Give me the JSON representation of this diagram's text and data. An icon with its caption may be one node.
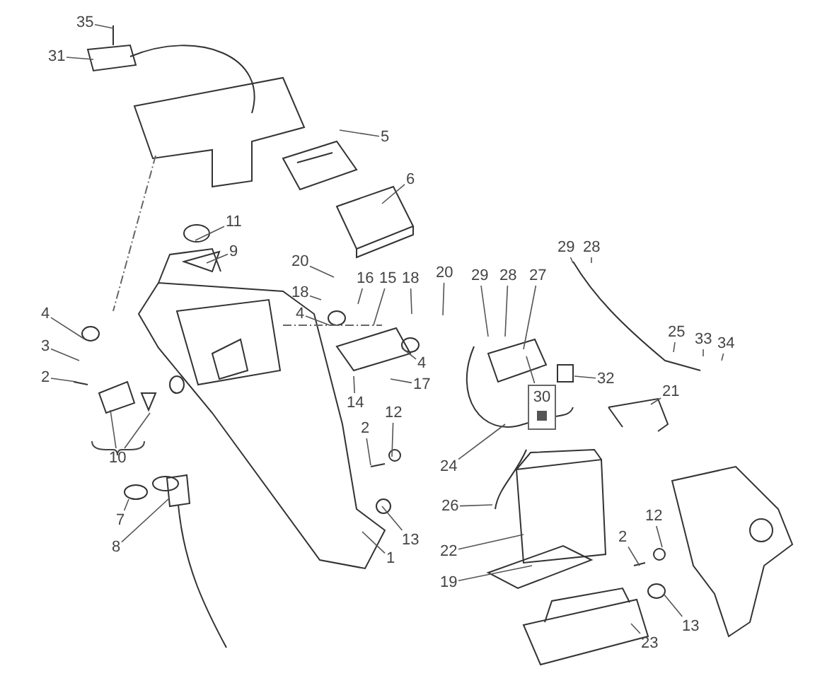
{
  "diagram": {
    "nodes": [
      {
        "text": [
          "35"
        ]
      },
      {
        "text": [
          "31"
        ]
      },
      {
        "text": [
          "5"
        ]
      },
      {
        "text": [
          "6"
        ]
      },
      {
        "text": [
          "11"
        ]
      },
      {
        "text": [
          "9"
        ]
      },
      {
        "text": [
          "20"
        ]
      },
      {
        "text": [
          "16"
        ]
      },
      {
        "text": [
          "15"
        ]
      },
      {
        "text": [
          "18"
        ]
      },
      {
        "text": [
          "20"
        ]
      },
      {
        "text": [
          "18"
        ]
      },
      {
        "text": [
          "4"
        ]
      },
      {
        "text": [
          "4"
        ]
      },
      {
        "text": [
          "3"
        ]
      },
      {
        "text": [
          "2"
        ]
      },
      {
        "text": [
          "4"
        ]
      },
      {
        "text": [
          "14"
        ]
      },
      {
        "text": [
          "17"
        ]
      },
      {
        "text": [
          "10"
        ]
      },
      {
        "text": [
          "7"
        ]
      },
      {
        "text": [
          "8"
        ]
      },
      {
        "text": [
          "2"
        ]
      },
      {
        "text": [
          "12"
        ]
      },
      {
        "text": [
          "13"
        ]
      },
      {
        "text": [
          "1"
        ]
      },
      {
        "text": [
          "29"
        ]
      },
      {
        "text": [
          "28"
        ]
      },
      {
        "text": [
          "27"
        ]
      },
      {
        "text": [
          "29"
        ]
      },
      {
        "text": [
          "28"
        ]
      },
      {
        "text": [
          "25"
        ]
      },
      {
        "text": [
          "33"
        ]
      },
      {
        "text": [
          "34"
        ]
      },
      {
        "text": [
          "30"
        ]
      },
      {
        "text": [
          "32"
        ]
      },
      {
        "text": [
          "21"
        ]
      },
      {
        "text": [
          "24"
        ]
      },
      {
        "text": [
          "26"
        ]
      },
      {
        "text": [
          "22"
        ]
      },
      {
        "text": [
          "19"
        ]
      },
      {
        "text": [
          "2"
        ]
      },
      {
        "text": [
          "12"
        ]
      },
      {
        "text": [
          "13"
        ]
      },
      {
        "text": [
          "23"
        ]
      }
    ],
    "edges": [
      {
        "from": 0,
        "to": null,
        "arrow": "none"
      },
      {
        "from": 1,
        "to": null,
        "arrow": "none"
      },
      {
        "from": 2,
        "to": null,
        "arrow": "none"
      },
      {
        "from": 3,
        "to": null,
        "arrow": "none"
      },
      {
        "from": 4,
        "to": null,
        "arrow": "none"
      },
      {
        "from": 5,
        "to": null,
        "arrow": "none"
      },
      {
        "from": 6,
        "to": null,
        "arrow": "none"
      },
      {
        "from": 7,
        "to": null,
        "arrow": "none"
      },
      {
        "from": 8,
        "to": null,
        "arrow": "none"
      },
      {
        "from": 9,
        "to": null,
        "arrow": "none"
      },
      {
        "from": 10,
        "to": null,
        "arrow": "none"
      },
      {
        "from": 11,
        "to": null,
        "arrow": "none"
      },
      {
        "from": 12,
        "to": null,
        "arrow": "none"
      },
      {
        "from": 13,
        "to": null,
        "arrow": "none"
      },
      {
        "from": 14,
        "to": null,
        "arrow": "none"
      },
      {
        "from": 15,
        "to": null,
        "arrow": "none"
      },
      {
        "from": 16,
        "to": null,
        "arrow": "none"
      },
      {
        "from": 17,
        "to": null,
        "arrow": "none"
      },
      {
        "from": 18,
        "to": null,
        "arrow": "none"
      },
      {
        "from": 19,
        "to": null,
        "arrow": "none"
      },
      {
        "from": 19,
        "to": null,
        "arrow": "none"
      },
      {
        "from": 20,
        "to": null,
        "arrow": "none"
      },
      {
        "from": 21,
        "to": null,
        "arrow": "none"
      },
      {
        "from": 22,
        "to": null,
        "arrow": "none"
      },
      {
        "from": 23,
        "to": null,
        "arrow": "none"
      },
      {
        "from": 24,
        "to": null,
        "arrow": "none"
      },
      {
        "from": 25,
        "to": null,
        "arrow": "none"
      },
      {
        "from": 26,
        "to": null,
        "arrow": "none"
      },
      {
        "from": 27,
        "to": null,
        "arrow": "none"
      },
      {
        "from": 28,
        "to": null,
        "arrow": "none"
      },
      {
        "from": 29,
        "to": null,
        "arrow": "none"
      },
      {
        "from": 30,
        "to": null,
        "arrow": "none"
      },
      {
        "from": 31,
        "to": null,
        "arrow": "none"
      },
      {
        "from": 32,
        "to": null,
        "arrow": "none"
      },
      {
        "from": 33,
        "to": null,
        "arrow": "none"
      },
      {
        "from": 34,
        "to": null,
        "arrow": "none"
      },
      {
        "from": 35,
        "to": null,
        "arrow": "none"
      },
      {
        "from": 36,
        "to": null,
        "arrow": "none"
      },
      {
        "from": 37,
        "to": null,
        "arrow": "none"
      },
      {
        "from": 38,
        "to": null,
        "arrow": "none"
      },
      {
        "from": 39,
        "to": null,
        "arrow": "none"
      },
      {
        "from": 40,
        "to": null,
        "arrow": "none"
      },
      {
        "from": 41,
        "to": null,
        "arrow": "none"
      },
      {
        "from": 42,
        "to": null,
        "arrow": "none"
      },
      {
        "from": 43,
        "to": null,
        "arrow": "none"
      },
      {
        "from": 44,
        "to": null,
        "arrow": "none"
      }
    ]
  }
}
